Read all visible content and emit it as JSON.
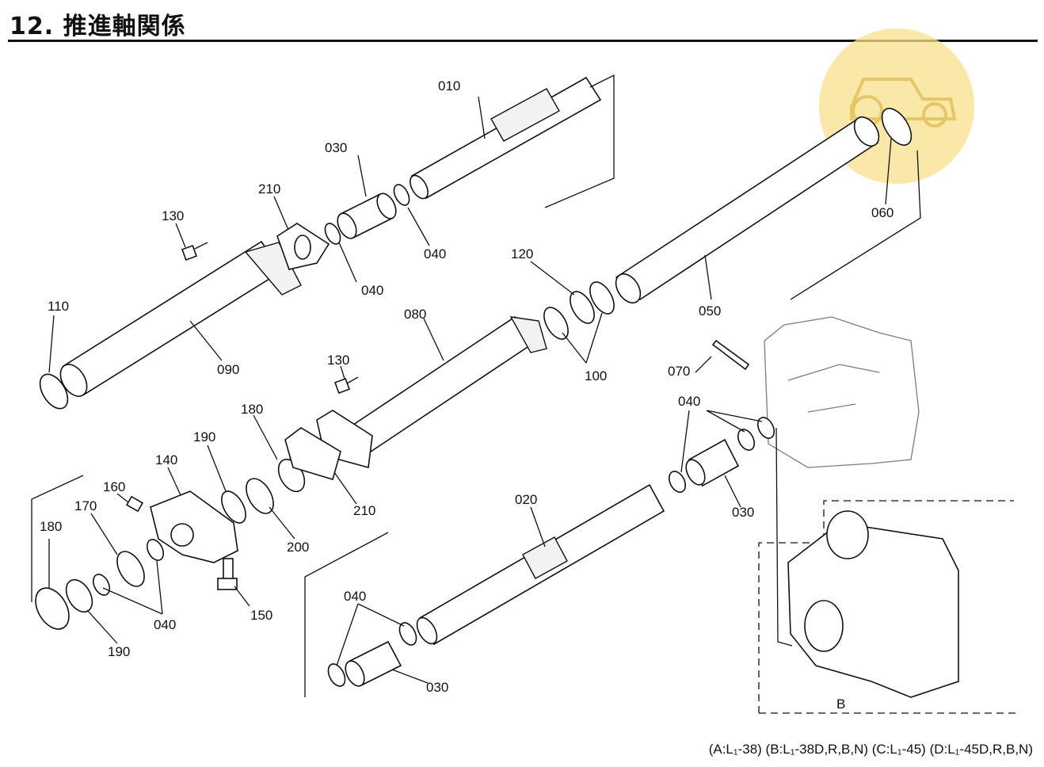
{
  "title": "12. 推進軸関係",
  "footer": "(A:L₁-38) (B:L₁-38D,R,B,N) (C:L₁-45) (D:L₁-45D,R,B,N)",
  "inset_label": "B",
  "parts": {
    "p010": "010",
    "p020": "020",
    "p030a": "030",
    "p030b": "030",
    "p030c": "030",
    "p040a": "040",
    "p040b": "040",
    "p040c": "040",
    "p040d": "040",
    "p040e": "040",
    "p050": "050",
    "p060": "060",
    "p070": "070",
    "p080": "080",
    "p090": "090",
    "p100": "100",
    "p110": "110",
    "p120": "120",
    "p130a": "130",
    "p130b": "130",
    "p140": "140",
    "p150": "150",
    "p160": "160",
    "p170": "170",
    "p180a": "180",
    "p180b": "180",
    "p190a": "190",
    "p190b": "190",
    "p200": "200",
    "p210a": "210",
    "p210b": "210"
  },
  "watermark": {
    "color": "#f7e08a",
    "icon": "tractor-icon"
  }
}
